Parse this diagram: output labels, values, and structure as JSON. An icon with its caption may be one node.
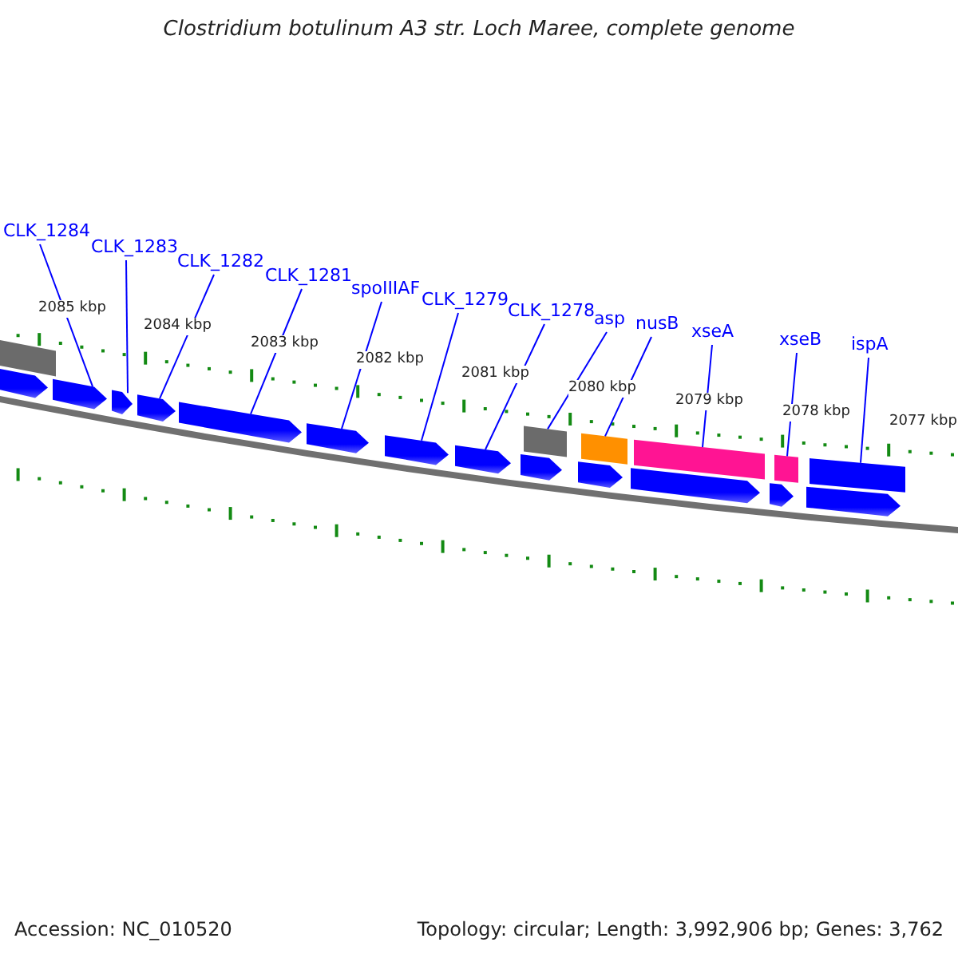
{
  "diagram": {
    "title": "Clostridium botulinum A3 str. Loch Maree, complete genome",
    "nodes": [
      {
        "text": [
          "CLK_1284"
        ]
      },
      {
        "text": [
          "CLK_1283"
        ]
      },
      {
        "text": [
          "CLK_1282"
        ]
      },
      {
        "text": [
          "CLK_1281"
        ]
      },
      {
        "text": [
          "spoIIIAF"
        ]
      },
      {
        "text": [
          "CLK_1279"
        ]
      },
      {
        "text": [
          "CLK_1278"
        ]
      },
      {
        "text": [
          "asp"
        ]
      },
      {
        "text": [
          "nusB"
        ]
      },
      {
        "text": [
          "xseA"
        ]
      },
      {
        "text": [
          "xseB"
        ]
      },
      {
        "text": [
          "ispA"
        ]
      },
      {
        "text": [],
        "shape": "bar"
      },
      {
        "text": [],
        "shape": "pentagon"
      },
      {
        "text": [],
        "shape": "pentagon"
      },
      {
        "text": [],
        "shape": "pentagon"
      },
      {
        "text": [],
        "shape": "pentagon"
      },
      {
        "text": [],
        "shape": "pentagon"
      },
      {
        "text": [],
        "shape": "pentagon"
      },
      {
        "text": [],
        "shape": "pentagon"
      },
      {
        "text": [],
        "shape": "pentagon"
      },
      {
        "text": [],
        "shape": "pentagon"
      },
      {
        "text": [],
        "shape": "bar"
      },
      {
        "text": [],
        "shape": "pentagon"
      },
      {
        "text": [],
        "shape": "bar"
      },
      {
        "text": [],
        "shape": "pentagon"
      },
      {
        "text": [],
        "shape": "bar"
      },
      {
        "text": [],
        "shape": "pentagon"
      },
      {
        "text": [],
        "shape": "bar"
      },
      {
        "text": [],
        "shape": "pentagon"
      },
      {
        "text": [],
        "shape": "bar"
      }
    ],
    "edges": [
      {
        "from": 0,
        "to": 14,
        "arrow": "none"
      },
      {
        "from": 1,
        "to": 15,
        "arrow": "none"
      },
      {
        "from": 2,
        "to": 16,
        "arrow": "none"
      },
      {
        "from": 3,
        "to": 17,
        "arrow": "none"
      },
      {
        "from": 4,
        "to": 18,
        "arrow": "none"
      },
      {
        "from": 5,
        "to": 19,
        "arrow": "none"
      },
      {
        "from": 6,
        "to": 20,
        "arrow": "none"
      },
      {
        "from": 7,
        "to": 22,
        "arrow": "none"
      },
      {
        "from": 8,
        "to": 24,
        "arrow": "none"
      },
      {
        "from": 9,
        "to": 26,
        "arrow": "none"
      },
      {
        "from": 10,
        "to": 28,
        "arrow": "none"
      },
      {
        "from": 11,
        "to": 30,
        "arrow": "none"
      }
    ],
    "labels": [
      "2085 kbp",
      "2084 kbp",
      "2083 kbp",
      "2082 kbp",
      "2081 kbp",
      "2080 kbp",
      "2079 kbp",
      "2078 kbp",
      "2077 kbp",
      "Accession: NC_010520",
      "Topology: circular; Length: 3,992,906 bp; Genes: 3,762"
    ]
  }
}
